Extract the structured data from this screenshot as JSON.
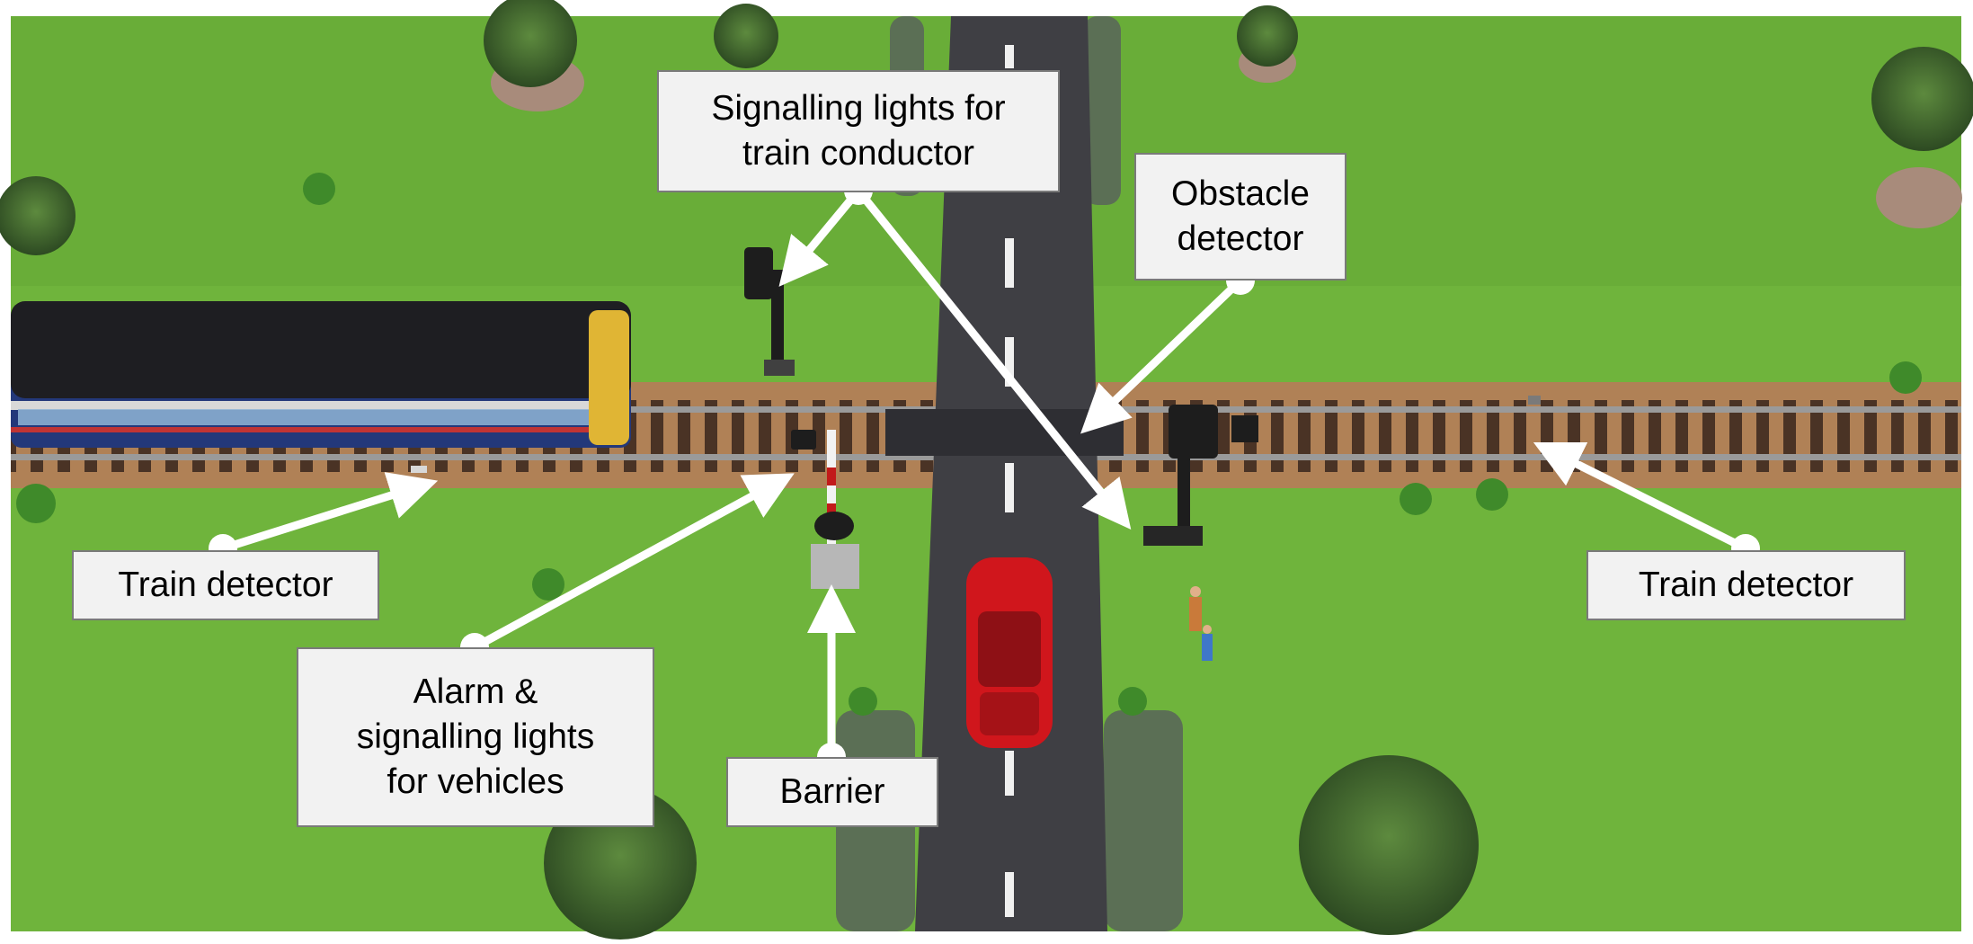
{
  "labels": {
    "signalling_train": {
      "lines": [
        "Signalling lights for",
        "train conductor"
      ]
    },
    "obstacle_detector": {
      "lines": [
        "Obstacle",
        "detector"
      ]
    },
    "train_detector_left": {
      "lines": [
        "Train detector"
      ]
    },
    "train_detector_right": {
      "lines": [
        "Train detector"
      ]
    },
    "alarm_vehicles": {
      "lines": [
        "Alarm &",
        "signalling lights",
        "for vehicles"
      ]
    },
    "barrier": {
      "lines": [
        "Barrier"
      ]
    }
  },
  "colors": {
    "grass": "#6fb43c",
    "road": "#3f3f44",
    "ballast": "#b98a5e",
    "rail": "#8e8e8e",
    "sleeper": "#4a3325",
    "train_roof": "#1e1e22",
    "train_body": "#23387a",
    "car": "#d0161c",
    "arrow": "#ffffff"
  }
}
